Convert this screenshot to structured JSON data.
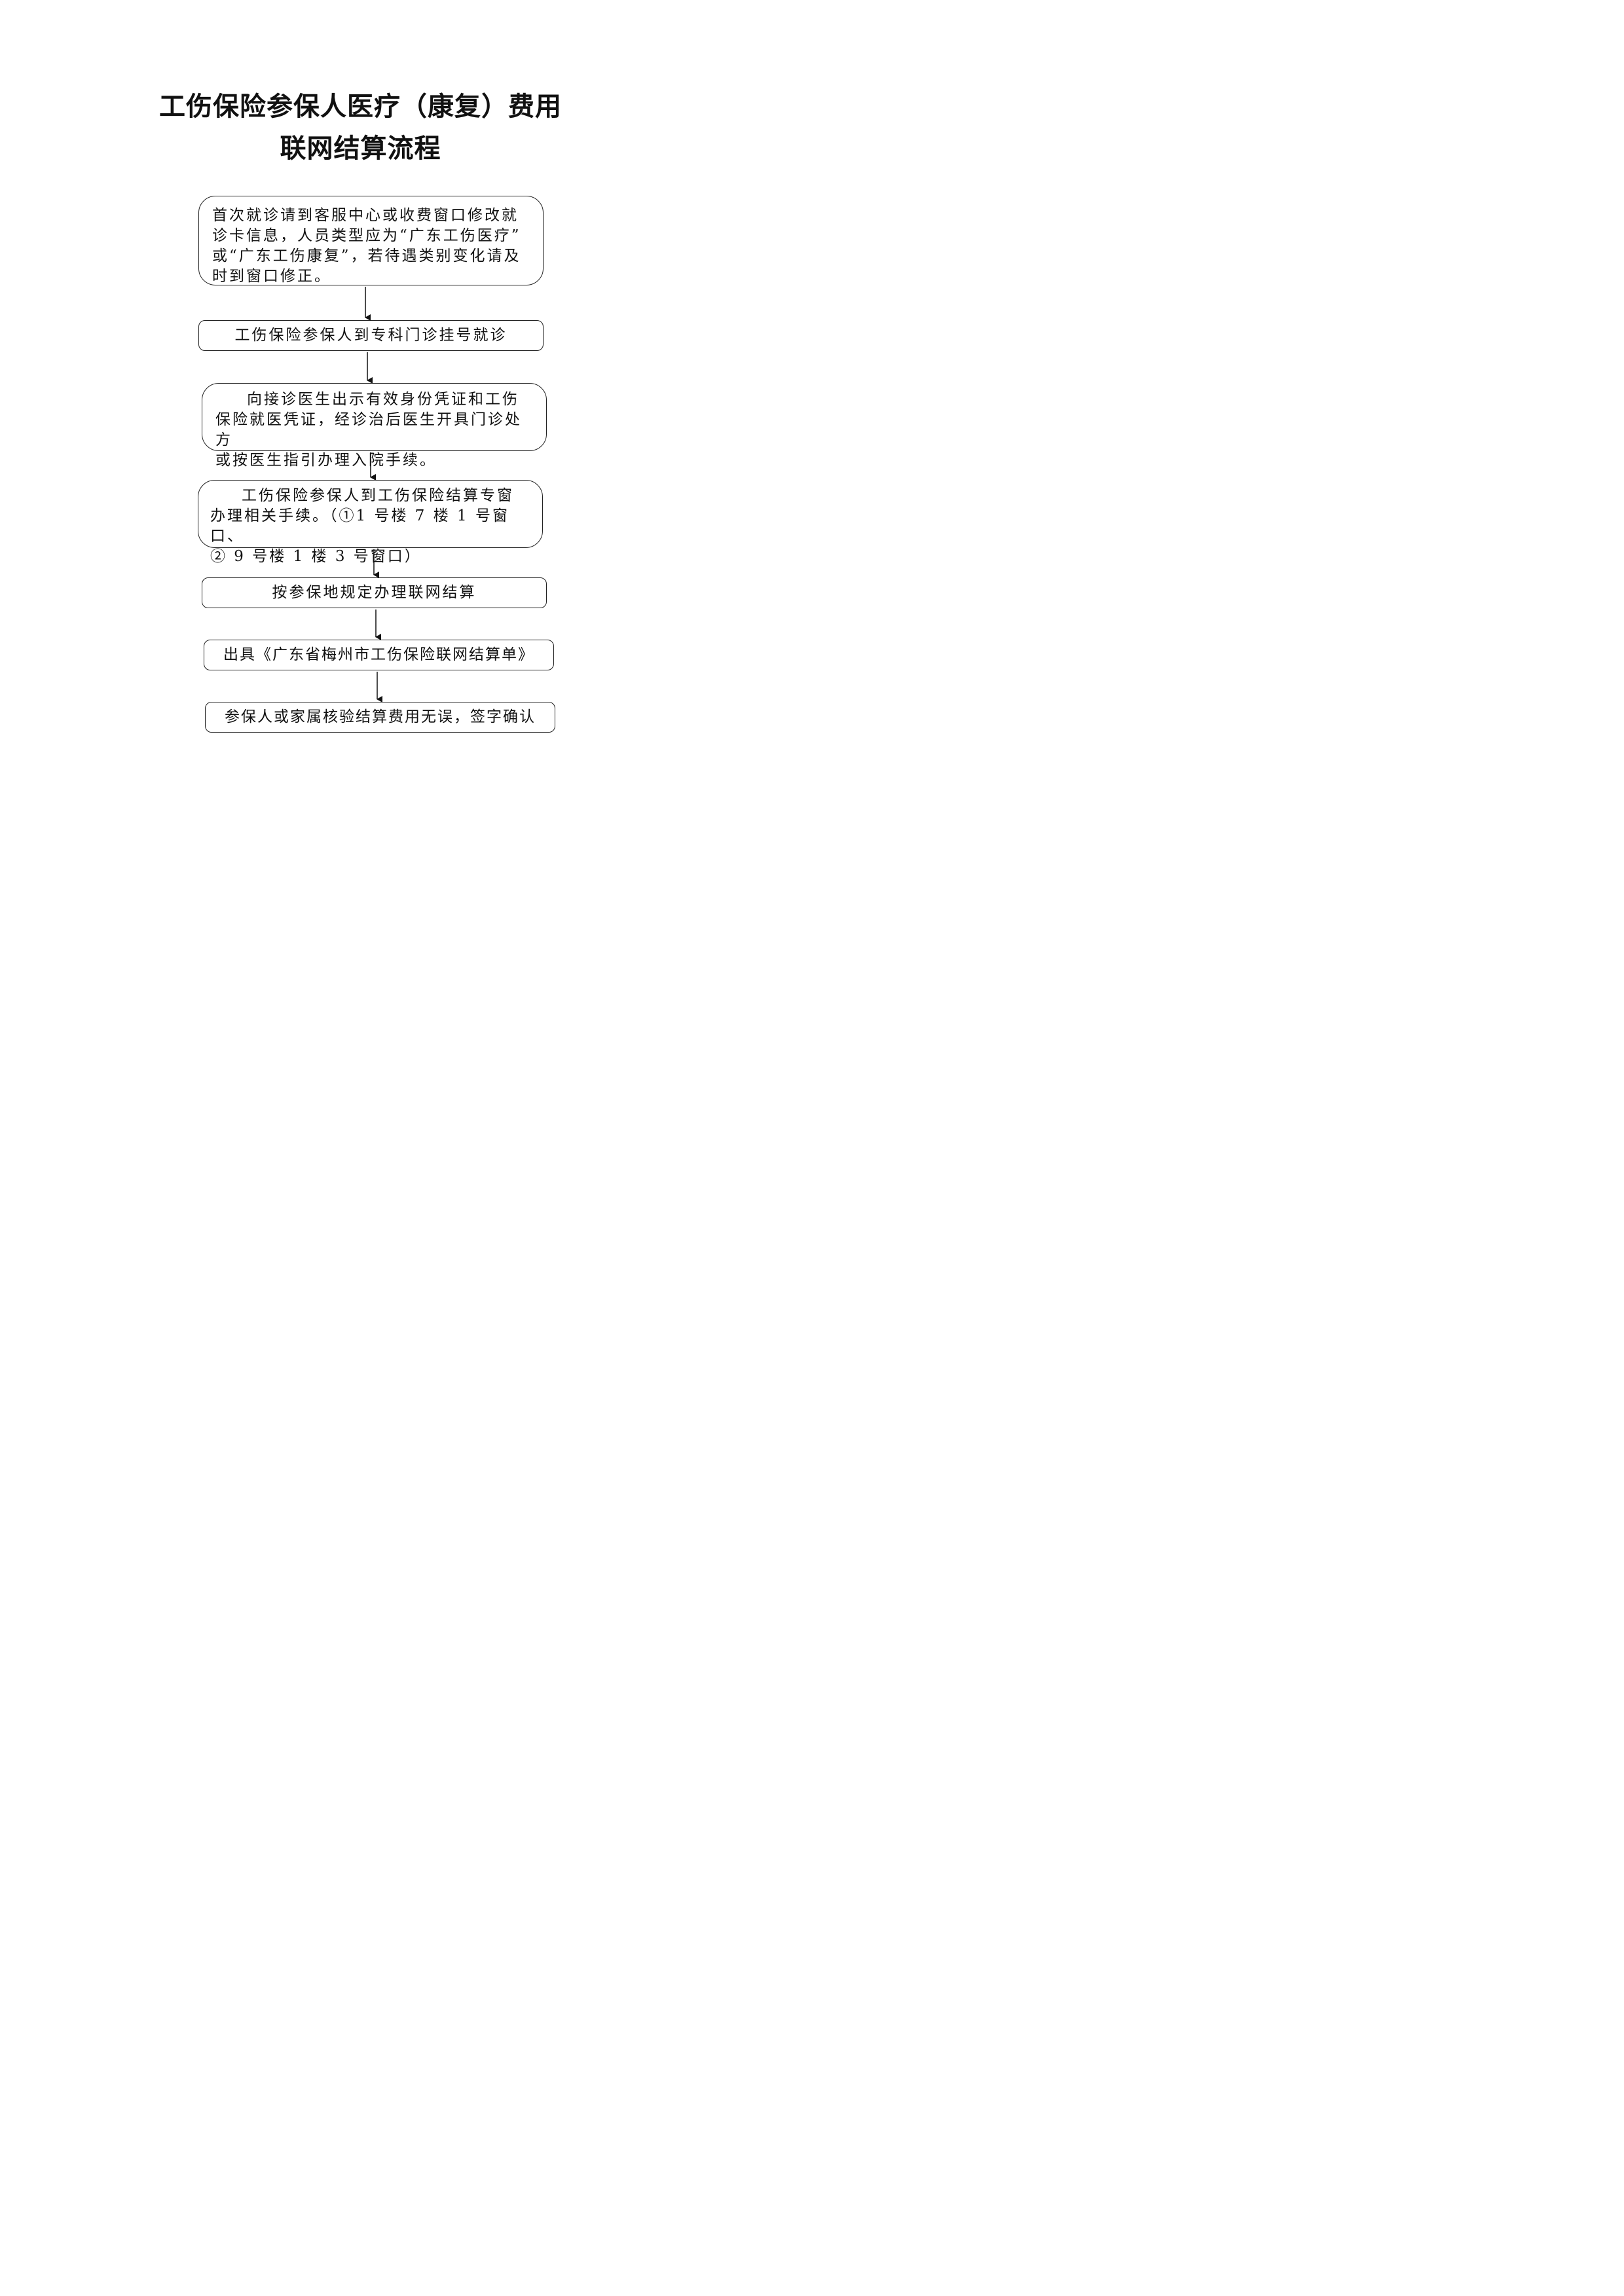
{
  "title": {
    "line1": "工伤保险参保人医疗（康复）费用",
    "line2": "联网结算流程"
  },
  "steps": [
    {
      "lines": [
        "首次就诊请到客服中心或收费窗口修改就",
        "诊卡信息，人员类型应为“广东工伤医疗”",
        "或“广东工伤康复”，若待遇类别变化请及",
        "时到窗口修正。"
      ]
    },
    {
      "text": "工伤保险参保人到专科门诊挂号就诊"
    },
    {
      "lines": [
        "向接诊医生出示有效身份凭证和工伤",
        "保险就医凭证，经诊治后医生开具门诊处方",
        "或按医生指引办理入院手续。"
      ]
    },
    {
      "lines": [
        "工伤保险参保人到工伤保险结算专窗",
        "办理相关手续。（①1 号楼 7 楼 1 号窗口、",
        "② 9 号楼 1 楼 3 号窗口）"
      ]
    },
    {
      "text": "按参保地规定办理联网结算"
    },
    {
      "text": "出具《广东省梅州市工伤保险联网结算单》"
    },
    {
      "text": "参保人或家属核验结算费用无误，签字确认"
    }
  ]
}
